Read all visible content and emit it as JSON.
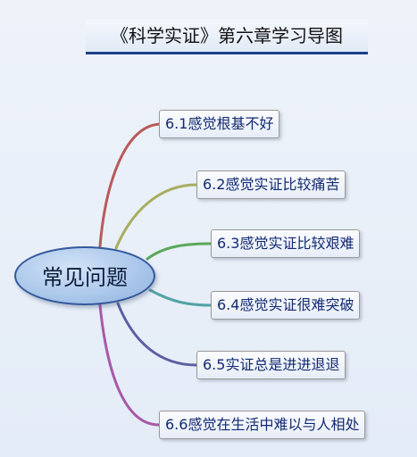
{
  "title": "《科学实证》第六章学习导图",
  "central": "常见问题",
  "branches": [
    {
      "label": "6.1感觉根基不好",
      "color": "#b85a5a"
    },
    {
      "label": "6.2感觉实证比较痛苦",
      "color": "#a8ad5e"
    },
    {
      "label": "6.3感觉实证比较艰难",
      "color": "#5aa85a"
    },
    {
      "label": "6.4感觉实证很难突破",
      "color": "#52a3a6"
    },
    {
      "label": "6.5实证总是进进退退",
      "color": "#5a5fa3"
    },
    {
      "label": "6.6感觉在生活中难以与人相处",
      "color": "#a75aa8"
    }
  ]
}
